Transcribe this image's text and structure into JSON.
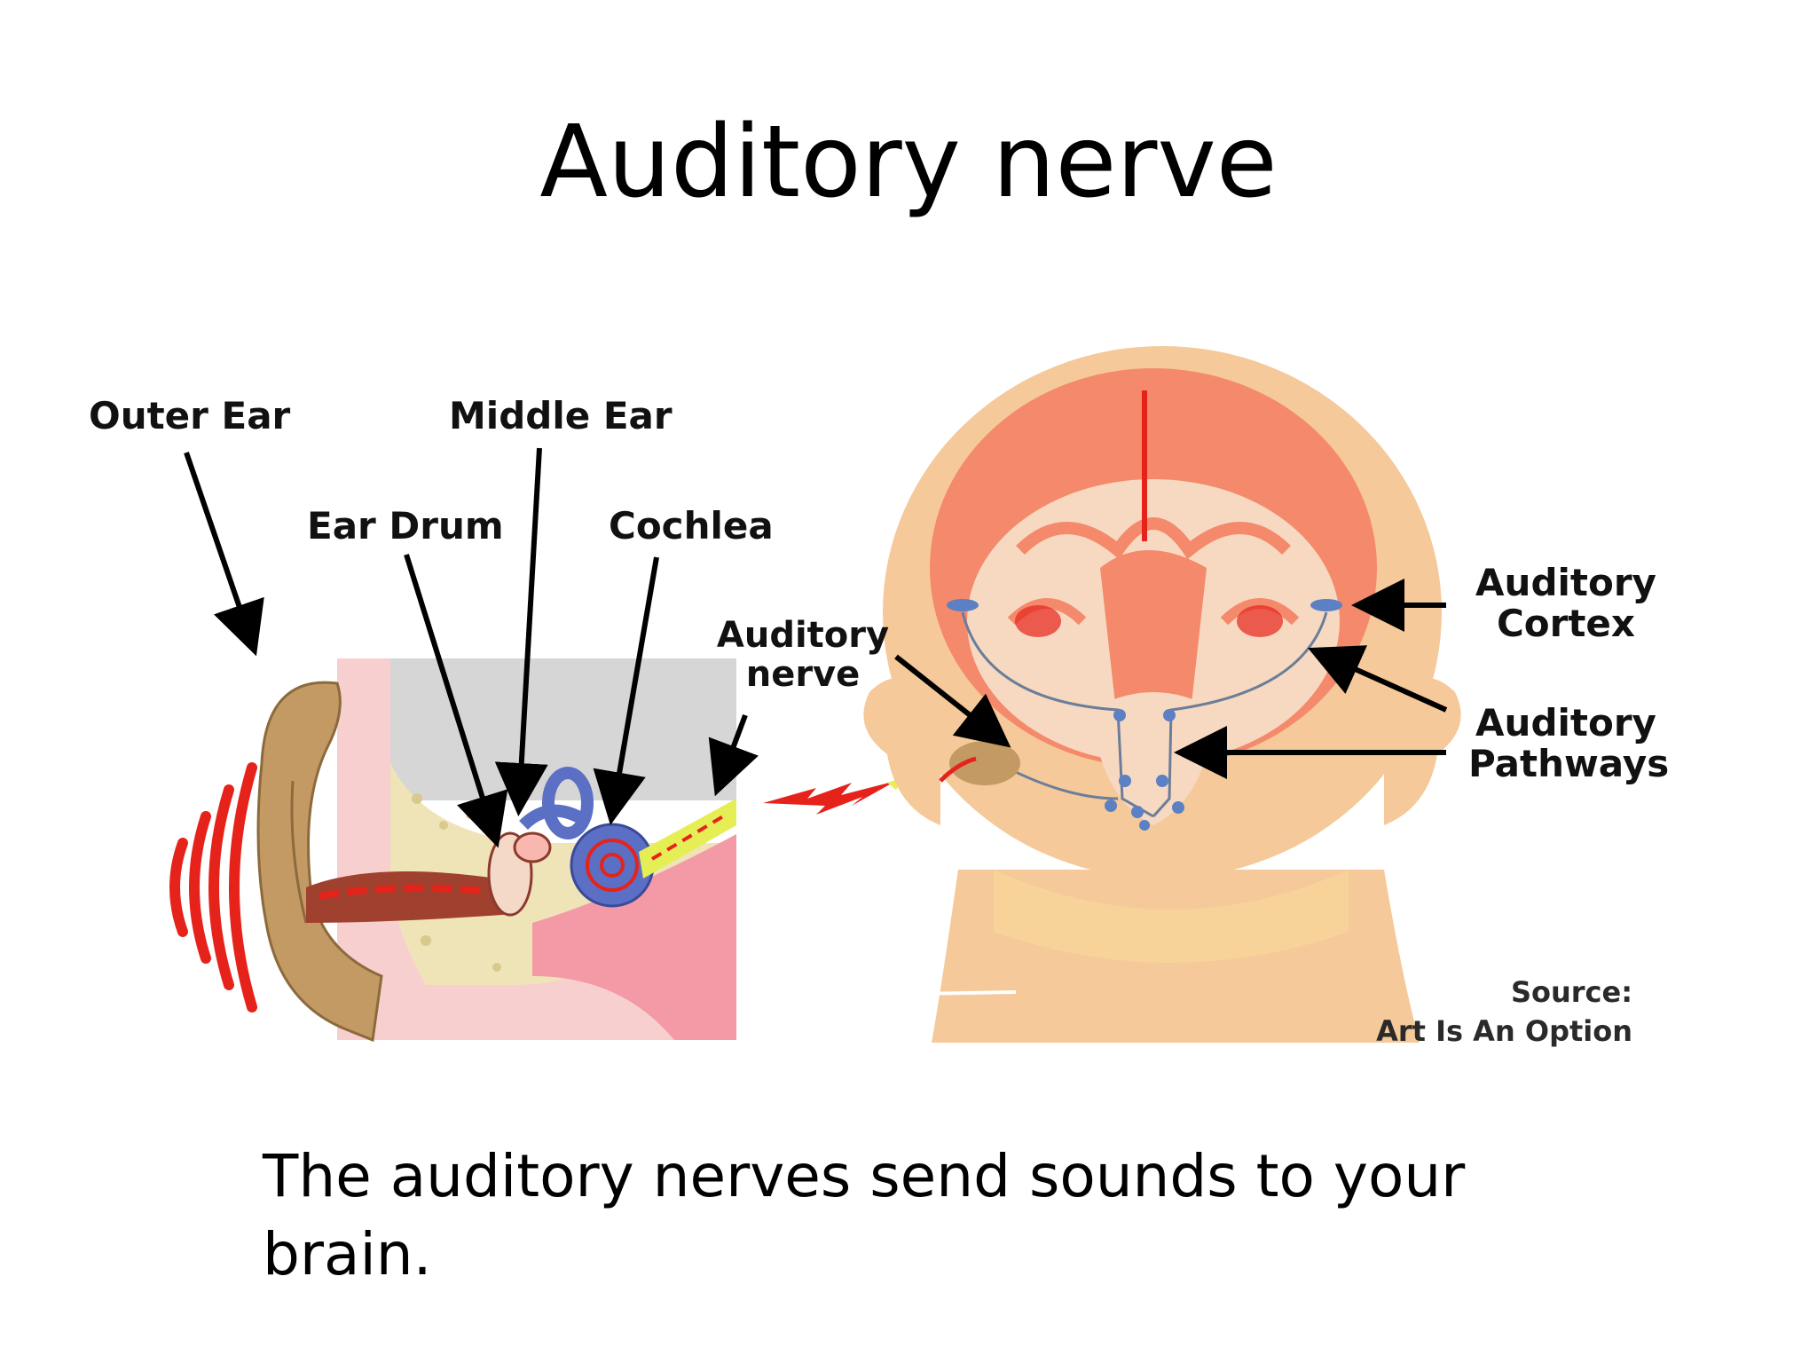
{
  "slide": {
    "title": "Auditory nerve",
    "caption": "The auditory nerves send sounds to your brain."
  },
  "diagram": {
    "labels": {
      "outer_ear": "Outer Ear",
      "middle_ear": "Middle Ear",
      "ear_drum": "Ear Drum",
      "cochlea": "Cochlea",
      "auditory_nerve_line1": "Auditory",
      "auditory_nerve_line2": "nerve",
      "auditory_cortex_line1": "Auditory",
      "auditory_cortex_line2": "Cortex",
      "auditory_pathways_line1": "Auditory",
      "auditory_pathways_line2": "Pathways"
    },
    "source_line1": "Source:",
    "source_line2": "Art Is An Option"
  },
  "colors": {
    "skin": "#f5c999",
    "brain": "#f4896b",
    "ear_canal": "#f7b2aa",
    "inner_ear": "#5b6fc4",
    "sound_wave": "#e5231b",
    "bone": "#efe3b8"
  }
}
